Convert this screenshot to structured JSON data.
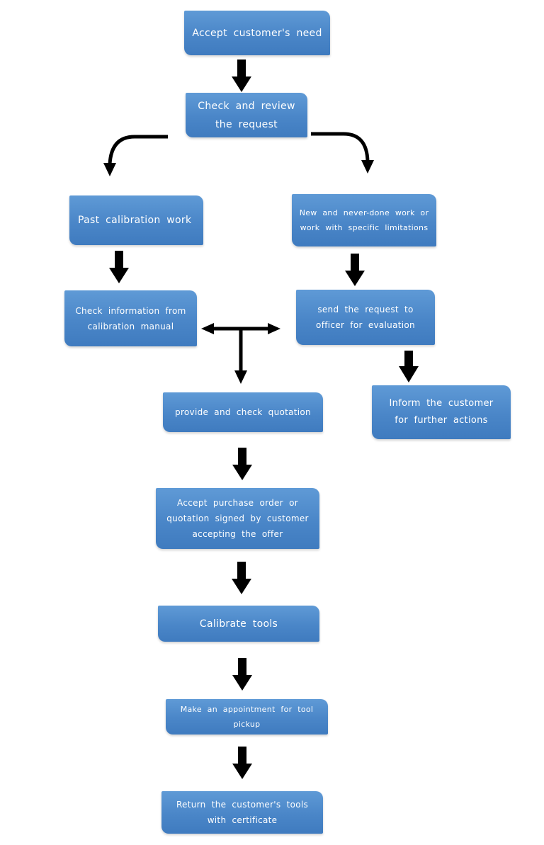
{
  "nodes": {
    "accept_need": "Accept customer's need",
    "check_review": "Check and review\nthe request",
    "past_calibration": "Past calibration work",
    "new_work": "New and never-done work or\nwork with specific limitations",
    "check_manual": "Check information from\ncalibration manual",
    "send_request": "send the request to\nofficer for evaluation",
    "provide_quotation": "provide and check quotation",
    "inform_customer": "Inform the customer\nfor further actions",
    "accept_po": "Accept purchase order or\nquotation signed by customer\naccepting the offer",
    "calibrate": "Calibrate tools",
    "appointment": "Make an appointment for tool\npickup",
    "return_tools": "Return the customer's tools\nwith certificate"
  },
  "colors": {
    "box_fill": "#4a86c8",
    "box_text": "#ffffff",
    "arrow": "#000000"
  }
}
